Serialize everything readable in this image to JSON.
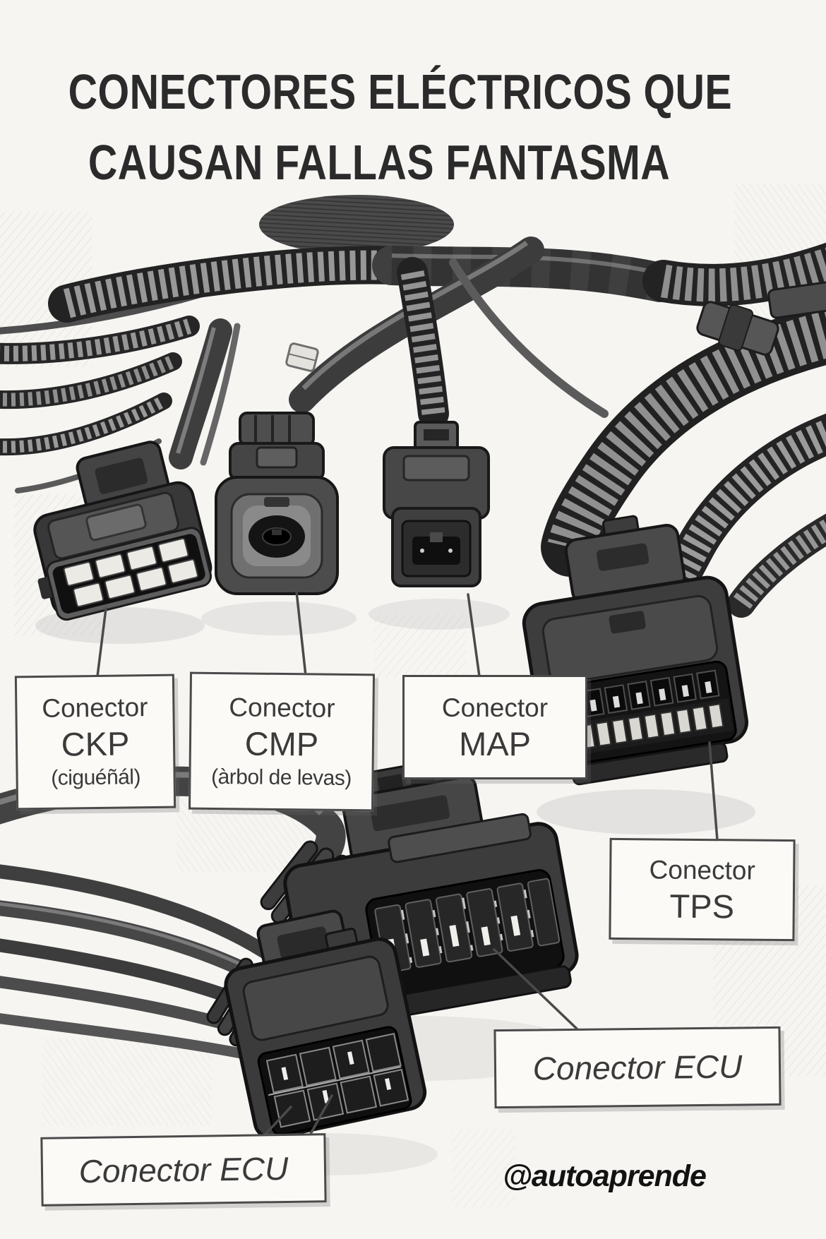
{
  "title": {
    "line1": "CONECTORES ELÉCTRICOS QUE",
    "line2": "CAUSAN FALLAS FANTASMA"
  },
  "labels": {
    "ckp": {
      "l1": "Conector",
      "l2": "CKP",
      "l3": "(ciguéñál)"
    },
    "cmp": {
      "l1": "Conector",
      "l2": "CMP",
      "l3": "(àrbol de levas)"
    },
    "map": {
      "l1": "Conector",
      "l2": "MAP"
    },
    "tps": {
      "l1": "Conector",
      "l2": "TPS"
    },
    "ecu_center": {
      "text": "Conector ECU"
    },
    "ecu_bottom_left": {
      "text": "Conector ECU"
    }
  },
  "watermark": {
    "text": "@autoaprende"
  },
  "palette": {
    "paper": "#f6f5f2",
    "ink": "#2b2b2b",
    "box_border": "#4a4a4a",
    "box_bg": "#fbfaf7",
    "label_text": "#3a3a3a",
    "sketch_dark": "#1c1c1c",
    "connector_body": "#3c3c3c"
  }
}
